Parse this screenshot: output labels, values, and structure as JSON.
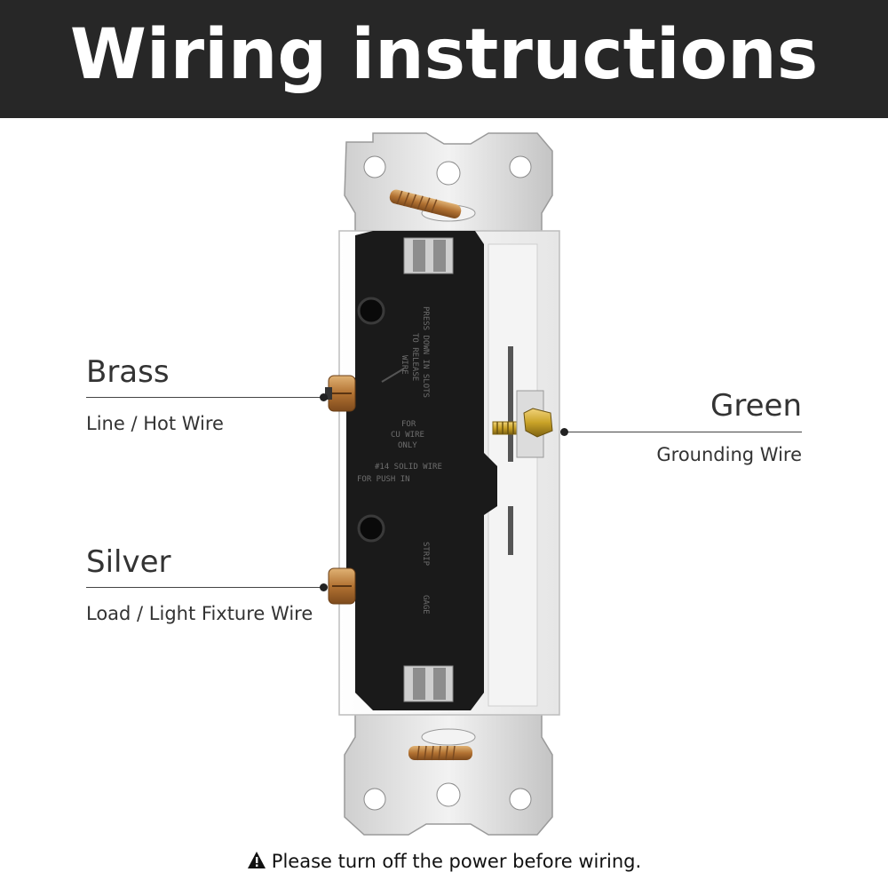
{
  "header": {
    "title": "Wiring instructions"
  },
  "labels": {
    "brass": {
      "title": "Brass",
      "subtitle": "Line / Hot Wire"
    },
    "silver": {
      "title": "Silver",
      "subtitle": "Load / Light Fixture Wire"
    },
    "green": {
      "title": "Green",
      "subtitle": "Grounding Wire"
    }
  },
  "device_text": {
    "press": "PRESS DOWN IN SLOTS",
    "release": "TO RELEASE",
    "wire": "WIRE",
    "for": "FOR",
    "cu_wire": "CU WIRE",
    "only": "ONLY",
    "gauge": "#14 SOLID WIRE",
    "push": "FOR PUSH IN",
    "strip": "STRIP",
    "gage": "GAGE"
  },
  "footer": {
    "warning": "Please turn off the power before wiring.",
    "icon": "warning-triangle-icon"
  },
  "colors": {
    "header_bg": "#272727",
    "brass": "#b8823e",
    "silver": "#b9b9b9",
    "green": "#c9a227",
    "body": "#1a1a1a"
  }
}
